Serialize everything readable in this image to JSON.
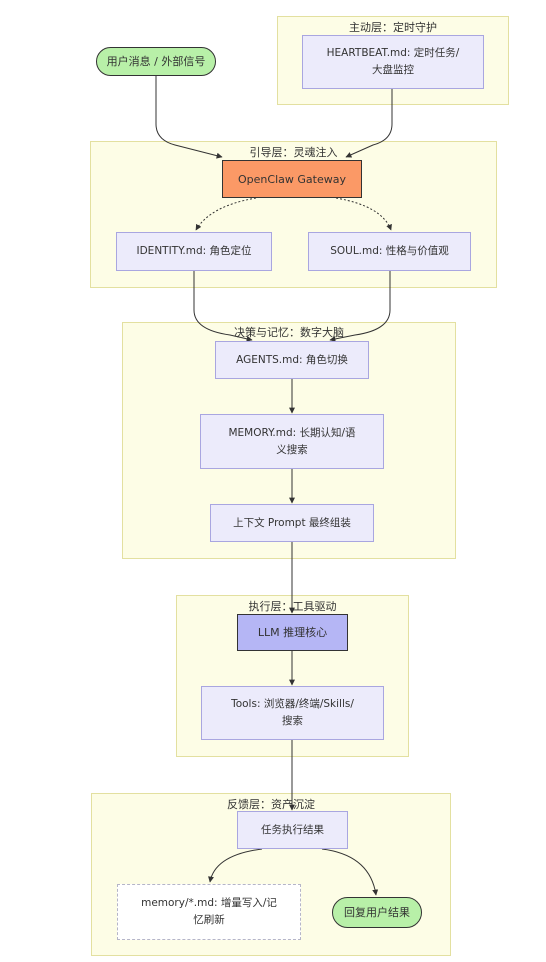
{
  "groups": {
    "active": "主动层：定时守护",
    "guide": "引导层：灵魂注入",
    "decision": "决策与记忆：数字大脑",
    "exec": "执行层：工具驱动",
    "feedback": "反馈层：资产沉淀"
  },
  "nodes": {
    "user_msg": "用户消息 / 外部信号",
    "heartbeat_l1": "HEARTBEAT.md: 定时任务/",
    "heartbeat_l2": "大盘监控",
    "gateway": "OpenClaw Gateway",
    "identity": "IDENTITY.md: 角色定位",
    "soul": "SOUL.md: 性格与价值观",
    "agents": "AGENTS.md: 角色切换",
    "memory_l1": "MEMORY.md: 长期认知/语",
    "memory_l2": "义搜索",
    "prompt": "上下文 Prompt 最终组装",
    "llm": "LLM 推理核心",
    "tools_l1": "Tools: 浏览器/终端/Skills/",
    "tools_l2": "搜索",
    "result": "任务执行结果",
    "memfile_l1": "memory/*.md: 增量写入/记",
    "memfile_l2": "忆刷新",
    "reply": "回复用户结果"
  },
  "colors": {
    "group_fill": "#fdfde6",
    "node_fill": "#ecebfb",
    "gateway_fill": "#fb9966",
    "llm_fill": "#b5b6f5",
    "pill_fill": "#b8f0a8"
  }
}
